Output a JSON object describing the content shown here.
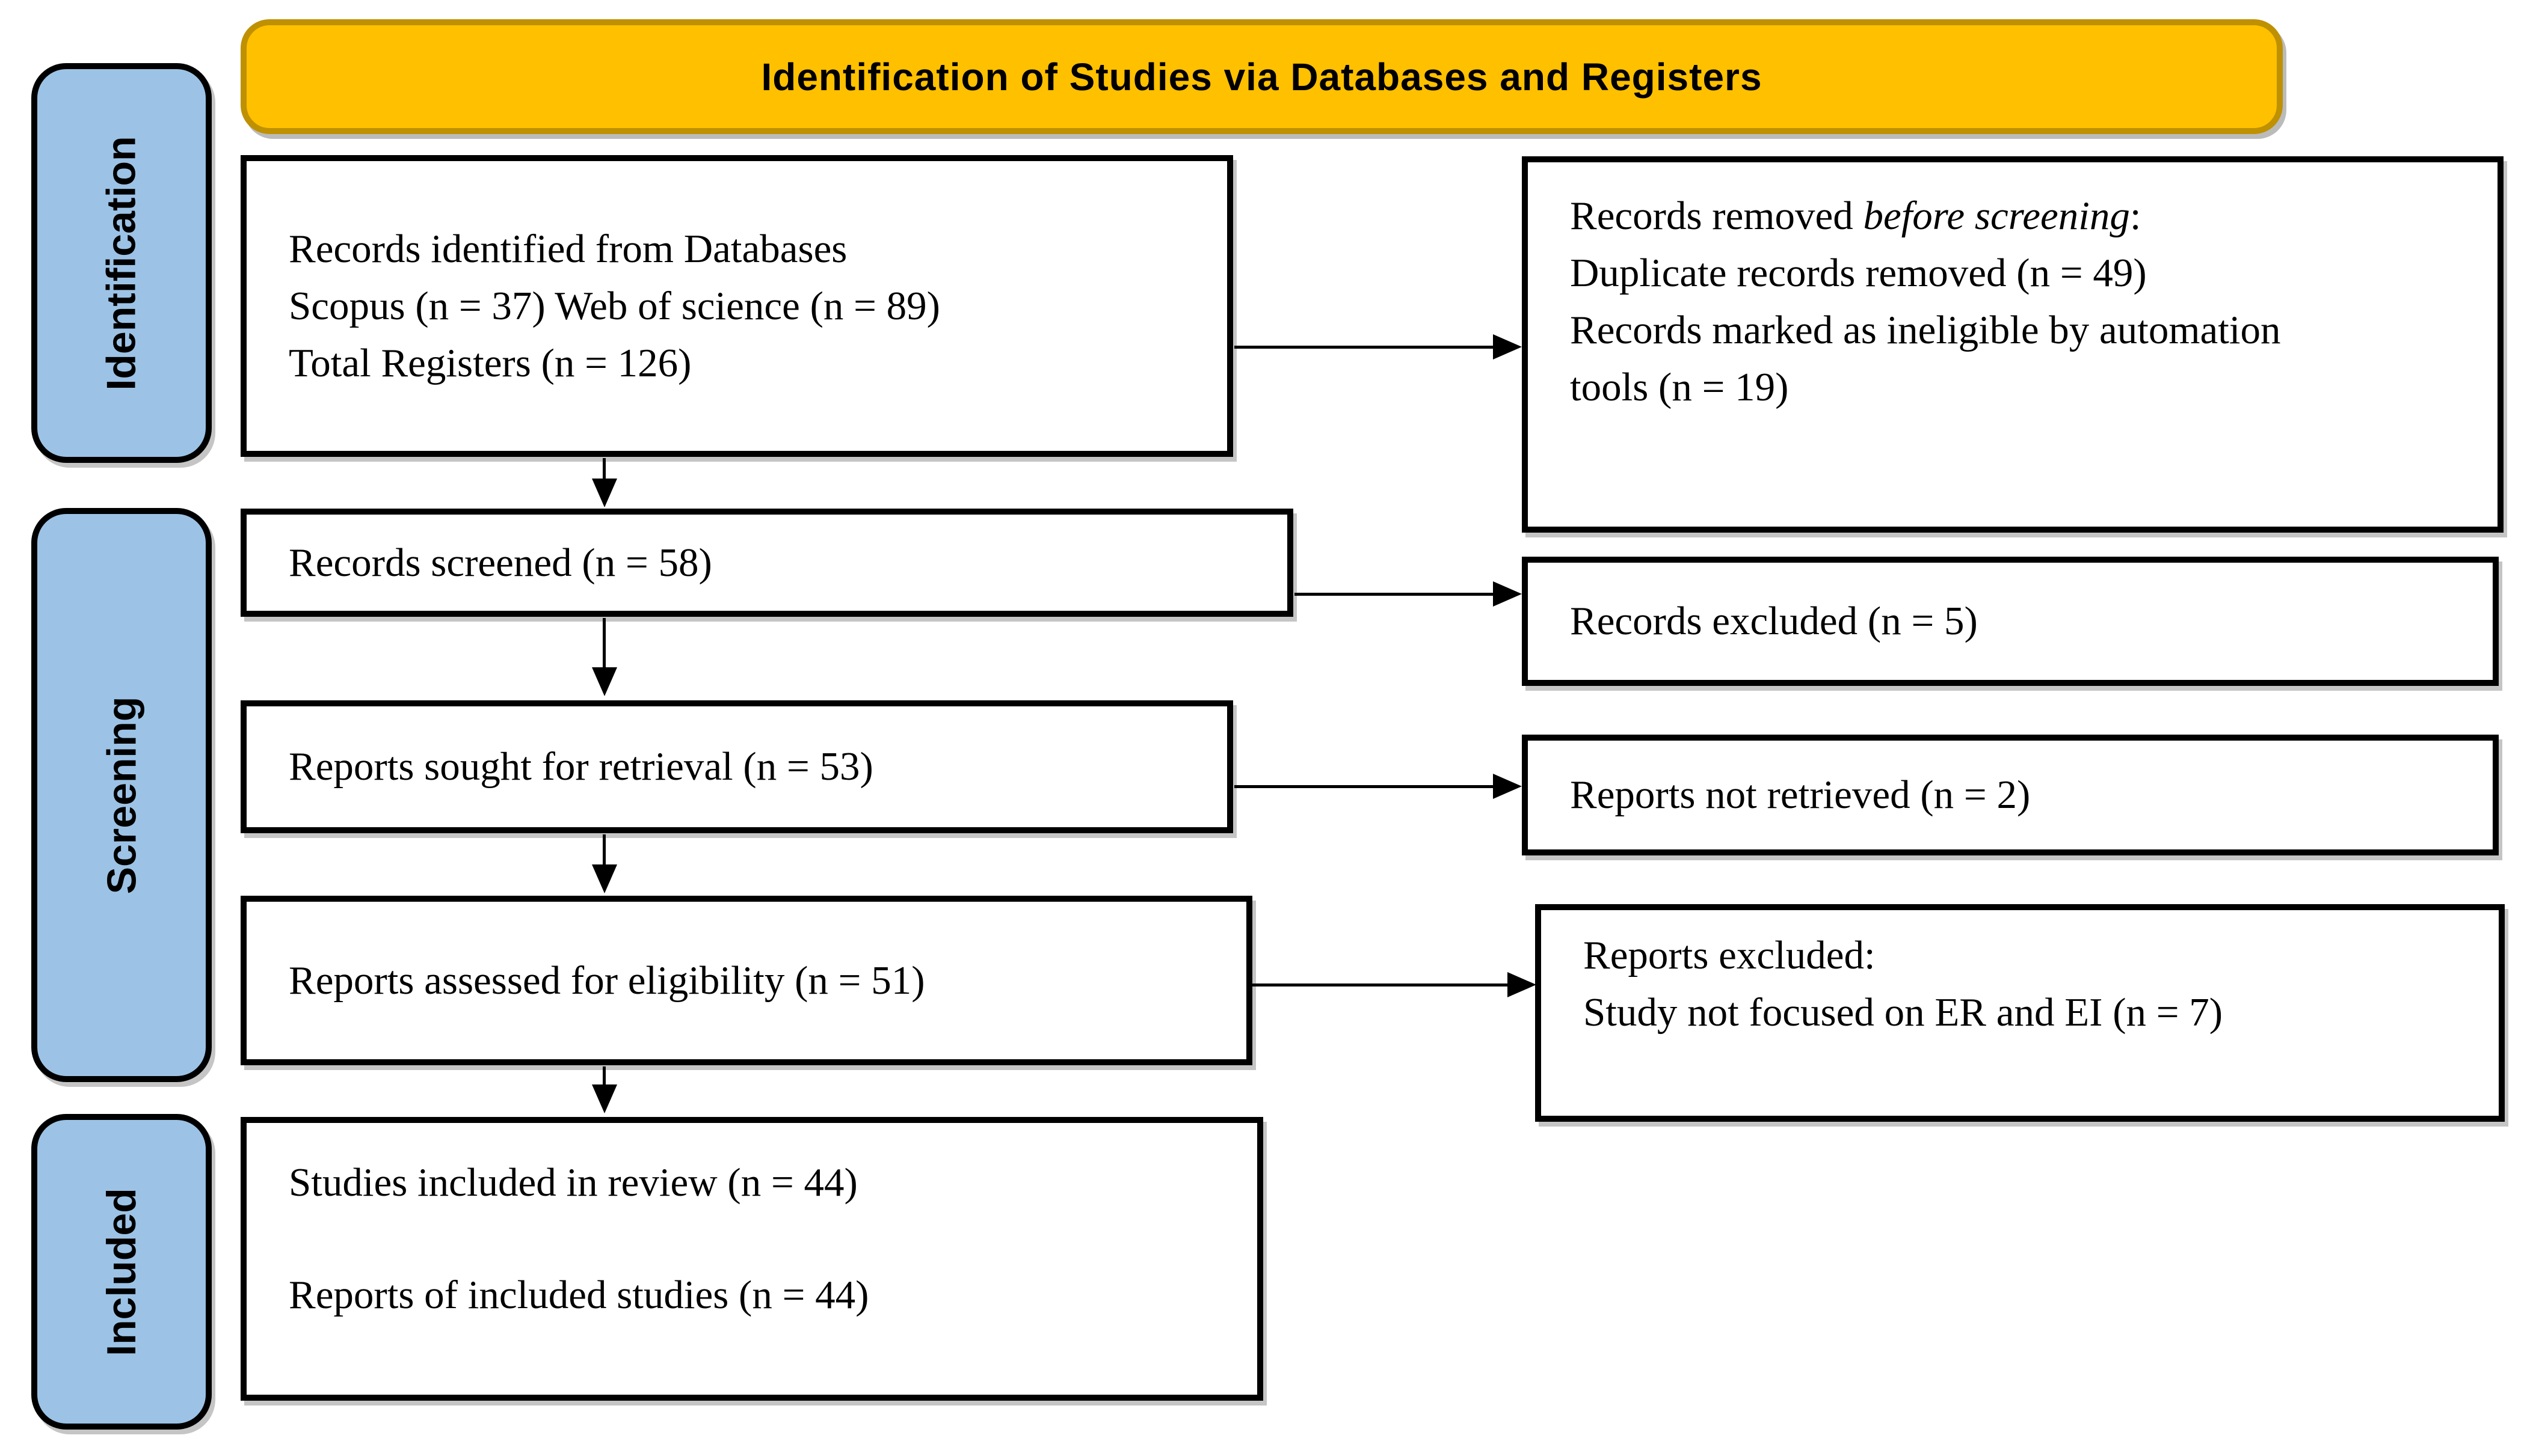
{
  "header": {
    "title": "Identification of Studies via Databases and Registers"
  },
  "stages": [
    {
      "label": "Identification"
    },
    {
      "label": "Screening"
    },
    {
      "label": "Included"
    }
  ],
  "left_boxes": [
    {
      "name": "records-identified",
      "lines": [
        "Records identified from Databases",
        "Scopus (n = 37) Web of science (n = 89)",
        "Total Registers (n = 126)"
      ]
    },
    {
      "name": "records-screened",
      "lines": [
        "Records screened (n = 58)"
      ]
    },
    {
      "name": "reports-sought-for-retrieval",
      "lines": [
        "Reports sought for retrieval (n = 53)"
      ]
    },
    {
      "name": "reports-assessed-for-eligibility",
      "lines": [
        "Reports assessed for eligibility (n = 51)"
      ]
    },
    {
      "name": "studies-included",
      "lines": [
        "Studies included in review (n = 44)",
        "Reports of included studies (n = 44)"
      ]
    }
  ],
  "right_boxes": [
    {
      "name": "records-removed-before-screening",
      "title_prefix": "Records removed ",
      "title_italic": "before screening",
      "title_suffix": ":",
      "lines": [
        "Duplicate records removed (n = 49)",
        "Records marked as ineligible by automation",
        "tools (n = 19)"
      ]
    },
    {
      "name": "records-excluded",
      "lines": [
        "Records excluded (n = 5)"
      ]
    },
    {
      "name": "reports-not-retrieved",
      "lines": [
        "Reports not retrieved (n = 2)"
      ]
    },
    {
      "name": "reports-excluded",
      "lines": [
        "Reports excluded:",
        "Study not focused on ER and EI (n = 7)"
      ]
    }
  ],
  "colors": {
    "header_fill": "#FFC000",
    "header_border": "#BF9000",
    "stage_fill": "#9CC3E6",
    "box_border": "#000000",
    "text": "#000000"
  }
}
